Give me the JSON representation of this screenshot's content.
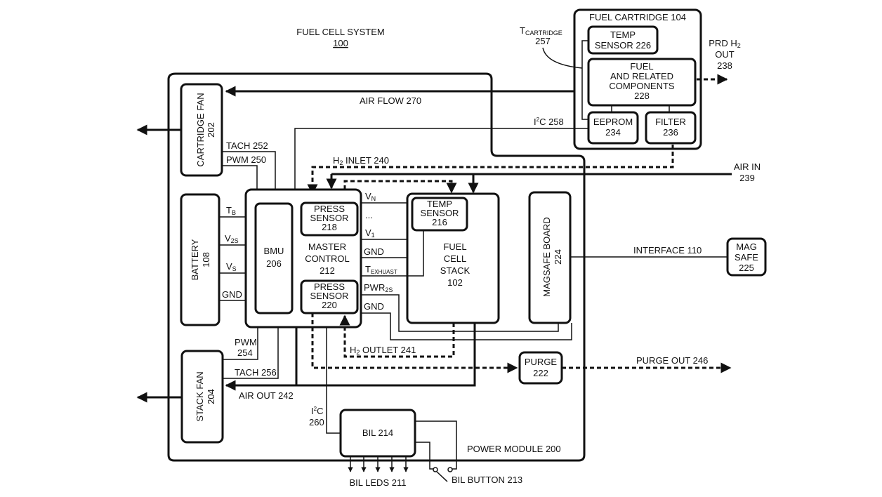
{
  "title": {
    "name": "FUEL CELL SYSTEM",
    "number": "100"
  },
  "blocks": {
    "fuel_cartridge": {
      "label": "FUEL CARTRIDGE 104"
    },
    "temp_sensor_226": {
      "line1": "TEMP",
      "line2": "SENSOR 226"
    },
    "fuel_components": {
      "line1": "FUEL",
      "line2": "AND RELATED",
      "line3": "COMPONENTS",
      "line4": "228"
    },
    "eeprom": {
      "line1": "EEPROM",
      "line2": "234"
    },
    "filter": {
      "line1": "FILTER",
      "line2": "236"
    },
    "cartridge_fan": {
      "line1": "CARTRIDGE FAN",
      "line2": "202"
    },
    "battery": {
      "line1": "BATTERY",
      "line2": "108"
    },
    "bmu": {
      "line1": "BMU",
      "line2": "206"
    },
    "master_control": {
      "line1": "MASTER",
      "line2": "CONTROL",
      "line3": "212"
    },
    "press_sensor_218": {
      "line1": "PRESS",
      "line2": "SENSOR",
      "line3": "218"
    },
    "press_sensor_220": {
      "line1": "PRESS",
      "line2": "SENSOR",
      "line3": "220"
    },
    "temp_sensor_216": {
      "line1": "TEMP",
      "line2": "SENSOR",
      "line3": "216"
    },
    "fuel_cell_stack": {
      "line1": "FUEL",
      "line2": "CELL",
      "line3": "STACK",
      "line4": "102"
    },
    "magsafe_board": {
      "line1": "MAGSAFE BOARD",
      "line2": "224"
    },
    "mag_safe": {
      "line1": "MAG",
      "line2": "SAFE",
      "line3": "225"
    },
    "purge": {
      "line1": "PURGE",
      "line2": "222"
    },
    "stack_fan": {
      "line1": "STACK FAN",
      "line2": "204"
    },
    "bil": {
      "label": "BIL 214"
    },
    "power_module": {
      "label": "POWER MODULE 200"
    }
  },
  "signals": {
    "t_cartridge": {
      "main": "T",
      "sub": "CARTRIDGE",
      "number": "257"
    },
    "prd_h2_out": {
      "line1a": "PRD H",
      "line1sub": "2",
      "line2": "OUT",
      "line3": "238"
    },
    "air_flow": "AIR FLOW 270",
    "i2c_258": {
      "pre": "I",
      "sup": "2",
      "post": "C 258"
    },
    "tach_252": "TACH 252",
    "pwm_250": "PWM 250",
    "h2_inlet": {
      "pre": "H",
      "sub": "2",
      "post": " INLET 240"
    },
    "air_in": {
      "line1": "AIR IN",
      "line2": "239"
    },
    "t_b": {
      "main": "T",
      "sub": "B"
    },
    "v_2s": {
      "main": "V",
      "sub": "2S"
    },
    "v_s": {
      "main": "V",
      "sub": "S"
    },
    "gnd_batt": "GND",
    "v_n": {
      "main": "V",
      "sub": "N"
    },
    "ellipsis": "...",
    "v_1": {
      "main": "V",
      "sub": "1"
    },
    "gnd_stack": "GND",
    "t_exhaust": {
      "main": "T",
      "sub": "EXHUAST"
    },
    "pwr_2s": {
      "main": "PWR",
      "sub": "2S"
    },
    "gnd_magsafe": "GND",
    "interface": "INTERFACE 110",
    "h2_outlet": {
      "pre": "H",
      "sub": "2",
      "post": " OUTLET 241"
    },
    "purge_out": "PURGE OUT 246",
    "pwm_254": {
      "line1": "PWM",
      "line2": "254"
    },
    "tach_256": "TACH 256",
    "air_out": "AIR OUT 242",
    "i2c_260": {
      "pre": "I",
      "sup": "2",
      "post": "C",
      "line2": "260"
    },
    "bil_leds": "BIL LEDS 211",
    "bil_button": "BIL BUTTON 213"
  }
}
